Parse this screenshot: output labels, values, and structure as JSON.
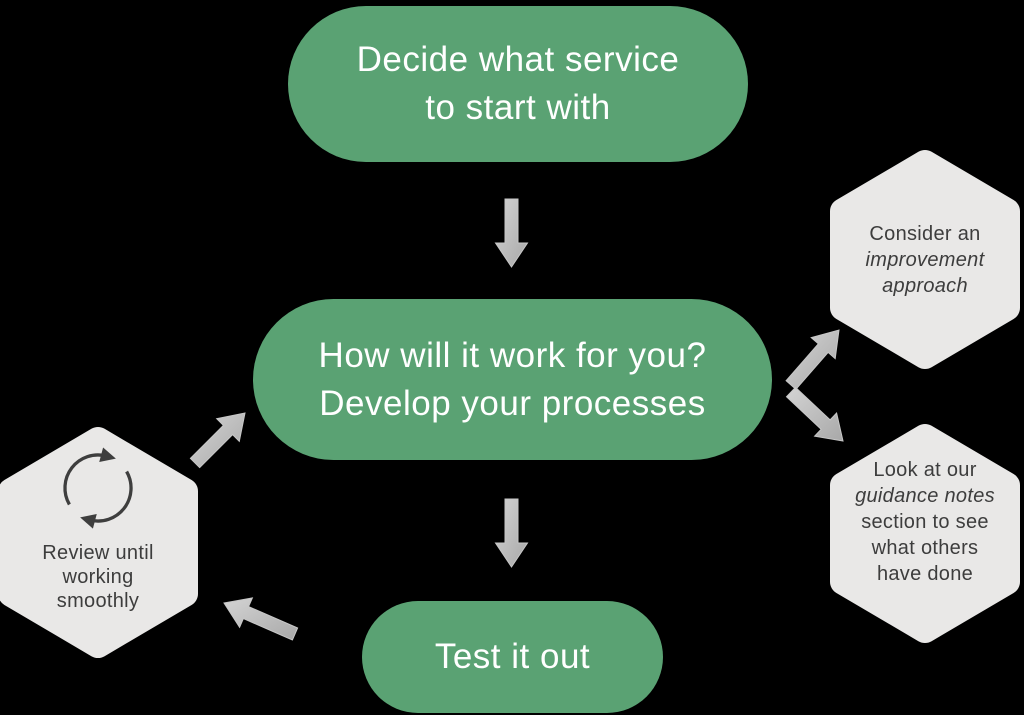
{
  "colors": {
    "background": "#000000",
    "node_green": "#5aa273",
    "node_text": "#ffffff",
    "hex_fill": "#e9e8e7",
    "hex_text": "#3d3d3d",
    "arrow_gray": "#b9b9b9"
  },
  "nodes": {
    "decide": {
      "line1": "Decide what service",
      "line2": "to start with"
    },
    "develop": {
      "line1": "How will it work for you?",
      "line2": "Develop your processes"
    },
    "test": {
      "label": "Test it out"
    },
    "review": {
      "icon": "cycle-arrows-icon",
      "line1": "Review until",
      "line2": "working",
      "line3": "smoothly"
    },
    "consider": {
      "line1": "Consider an",
      "line2": "improvement",
      "line3": "approach"
    },
    "guidance": {
      "line1": "Look at our",
      "line2": "guidance notes",
      "line3": "section to see",
      "line4": "what others",
      "line5": "have done"
    }
  },
  "arrows": {
    "decide_to_develop": "arrow-down",
    "develop_to_test": "arrow-down",
    "develop_to_consider": "arrow-up-right",
    "develop_to_guidance": "arrow-down-right",
    "test_to_review": "arrow-up-left",
    "review_to_develop": "arrow-up-right"
  }
}
